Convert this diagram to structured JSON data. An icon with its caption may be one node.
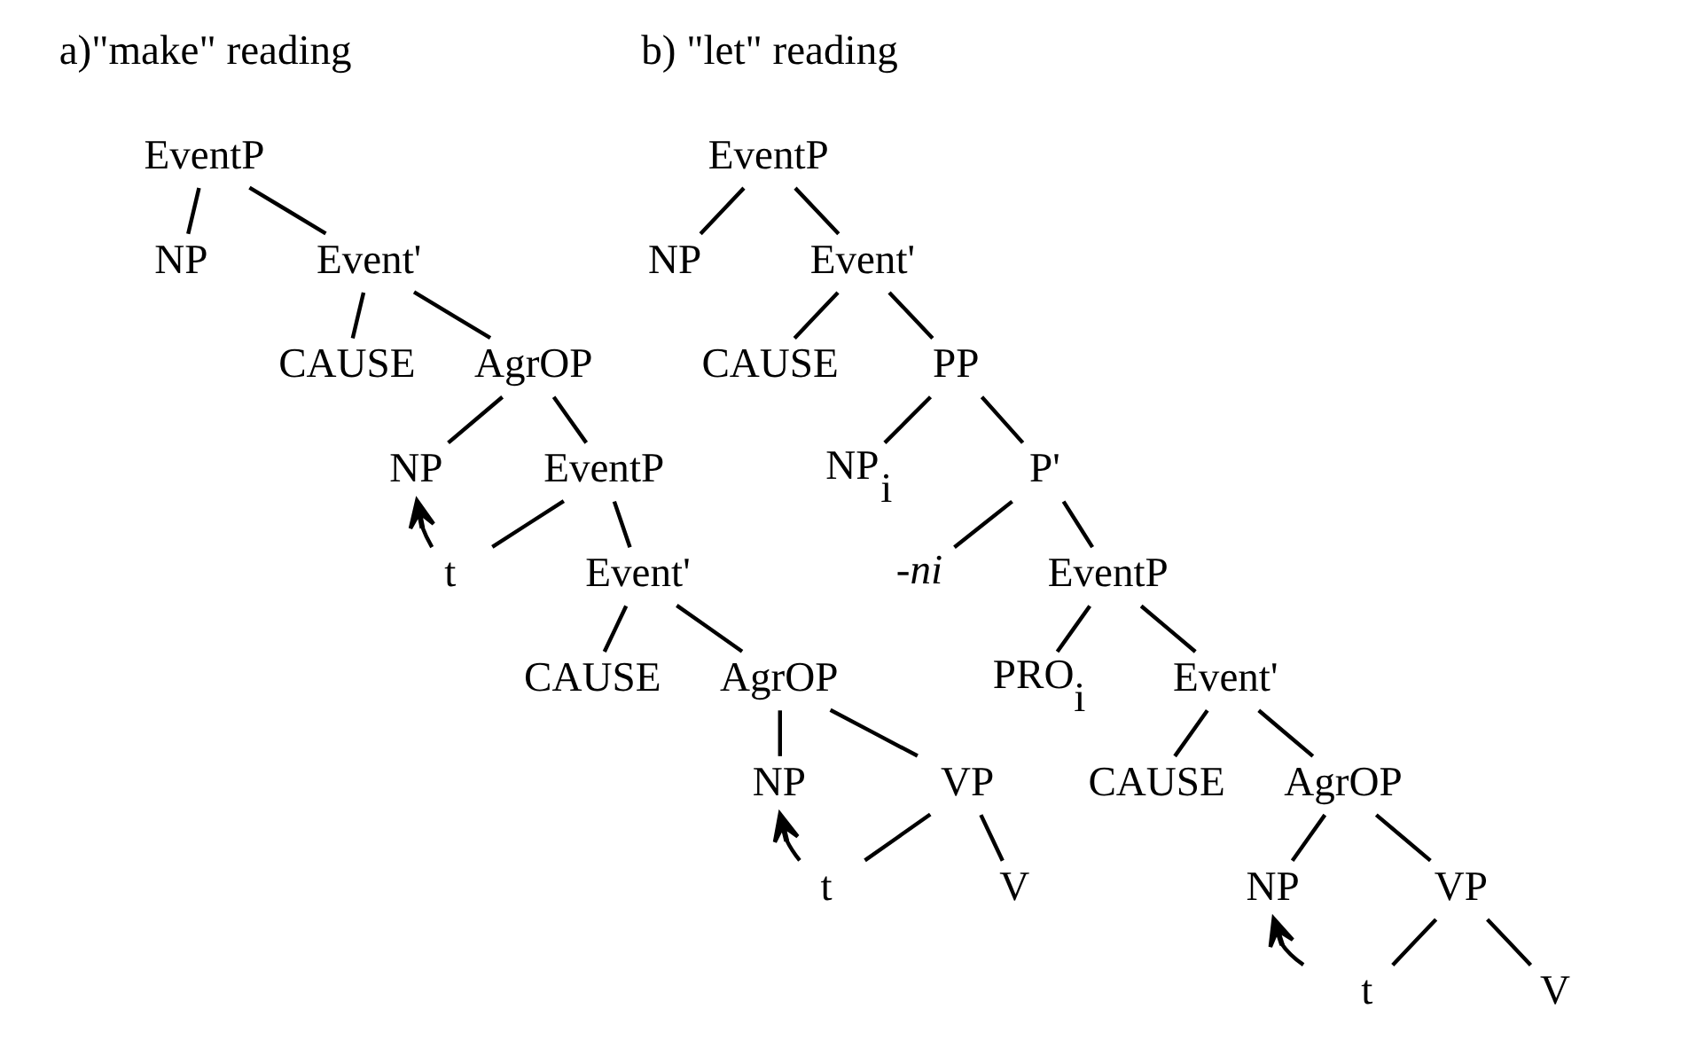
{
  "diagram": {
    "nodes": [
      {
        "text": [
          "EventP"
        ]
      },
      {
        "text": [
          "NP"
        ]
      },
      {
        "text": [
          "Event'"
        ]
      },
      {
        "text": [
          "CAUSE"
        ]
      },
      {
        "text": [
          "AgrOP"
        ]
      },
      {
        "text": [
          "NP"
        ]
      },
      {
        "text": [
          "EventP"
        ]
      },
      {
        "text": [
          "t"
        ]
      },
      {
        "text": [
          "Event'"
        ]
      },
      {
        "text": [
          "CAUSE"
        ]
      },
      {
        "text": [
          "AgrOP"
        ]
      },
      {
        "text": [
          "NP"
        ]
      },
      {
        "text": [
          "VP"
        ]
      },
      {
        "text": [
          "t"
        ]
      },
      {
        "text": [
          "V"
        ]
      },
      {
        "text": [
          "EventP"
        ]
      },
      {
        "text": [
          "NP"
        ]
      },
      {
        "text": [
          "Event'"
        ]
      },
      {
        "text": [
          "CAUSE"
        ]
      },
      {
        "text": [
          "PP"
        ]
      },
      {
        "text": [
          "NP$_{i}$"
        ]
      },
      {
        "text": [
          "P'"
        ]
      },
      {
        "text": [
          "-ni"
        ]
      },
      {
        "text": [
          "EventP"
        ]
      },
      {
        "text": [
          "PRO$_{i}$"
        ]
      },
      {
        "text": [
          "Event'"
        ]
      },
      {
        "text": [
          "CAUSE"
        ]
      },
      {
        "text": [
          "AgrOP"
        ]
      },
      {
        "text": [
          "NP"
        ]
      },
      {
        "text": [
          "VP"
        ]
      },
      {
        "text": [
          "t"
        ]
      },
      {
        "text": [
          "V"
        ]
      }
    ],
    "edges": [
      {
        "from": 0,
        "to": 1,
        "arrow": "none"
      },
      {
        "from": 0,
        "to": 2,
        "arrow": "none"
      },
      {
        "from": 2,
        "to": 3,
        "arrow": "none"
      },
      {
        "from": 2,
        "to": 4,
        "arrow": "none"
      },
      {
        "from": 4,
        "to": 5,
        "arrow": "none"
      },
      {
        "from": 4,
        "to": 6,
        "arrow": "none"
      },
      {
        "from": 6,
        "to": 7,
        "arrow": "none"
      },
      {
        "from": 6,
        "to": 8,
        "arrow": "none"
      },
      {
        "from": 8,
        "to": 9,
        "arrow": "none"
      },
      {
        "from": 8,
        "to": 10,
        "arrow": "none"
      },
      {
        "from": 10,
        "to": 11,
        "arrow": "none"
      },
      {
        "from": 10,
        "to": 12,
        "arrow": "none"
      },
      {
        "from": 12,
        "to": 13,
        "arrow": "none"
      },
      {
        "from": 12,
        "to": 14,
        "arrow": "none"
      },
      {
        "from": 7,
        "to": 5,
        "arrow": "to"
      },
      {
        "from": 13,
        "to": 11,
        "arrow": "to"
      },
      {
        "from": 15,
        "to": 16,
        "arrow": "none"
      },
      {
        "from": 15,
        "to": 17,
        "arrow": "none"
      },
      {
        "from": 17,
        "to": 18,
        "arrow": "none"
      },
      {
        "from": 17,
        "to": 19,
        "arrow": "none"
      },
      {
        "from": 19,
        "to": 20,
        "arrow": "none"
      },
      {
        "from": 19,
        "to": 21,
        "arrow": "none"
      },
      {
        "from": 21,
        "to": 22,
        "arrow": "none"
      },
      {
        "from": 21,
        "to": 23,
        "arrow": "none"
      },
      {
        "from": 23,
        "to": 24,
        "arrow": "none"
      },
      {
        "from": 23,
        "to": 25,
        "arrow": "none"
      },
      {
        "from": 25,
        "to": 26,
        "arrow": "none"
      },
      {
        "from": 25,
        "to": 27,
        "arrow": "none"
      },
      {
        "from": 27,
        "to": 28,
        "arrow": "none"
      },
      {
        "from": 27,
        "to": 29,
        "arrow": "none"
      },
      {
        "from": 29,
        "to": 30,
        "arrow": "none"
      },
      {
        "from": 29,
        "to": 31,
        "arrow": "none"
      },
      {
        "from": 30,
        "to": 28,
        "arrow": "to"
      }
    ],
    "labels": [
      "a)\"make\" reading",
      "b) \"let\" reading"
    ]
  }
}
